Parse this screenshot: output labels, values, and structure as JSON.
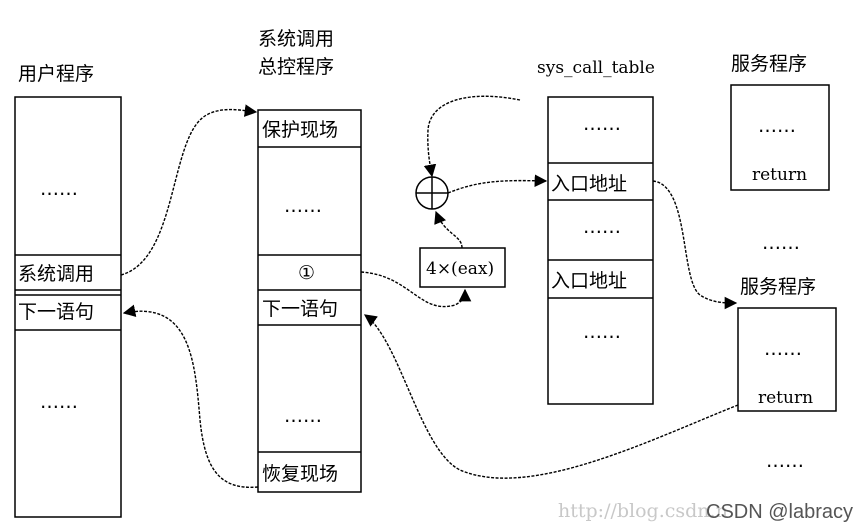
{
  "user_program": {
    "title": "用户程序",
    "rows": [
      "……",
      "系统调用",
      "下一语句",
      "……"
    ]
  },
  "dispatcher": {
    "title_line1": "系统调用",
    "title_line2": "总控程序",
    "rows": [
      "保护现场",
      "……",
      "①",
      "下一语句",
      "……",
      "恢复现场"
    ]
  },
  "offset_box": {
    "label": "4×(eax)"
  },
  "sys_call_table": {
    "title": "sys_call_table",
    "rows": [
      "……",
      "入口地址",
      "……",
      "入口地址",
      "……"
    ]
  },
  "service_1": {
    "title": "服务程序",
    "dots": "……",
    "return": "return"
  },
  "between_dots": "……",
  "service_2": {
    "title": "服务程序",
    "dots": "……",
    "return": "return"
  },
  "bottom_dots": "……",
  "watermark": {
    "url": "http://blog.csdn.n",
    "credit": "CSDN @labracy"
  }
}
